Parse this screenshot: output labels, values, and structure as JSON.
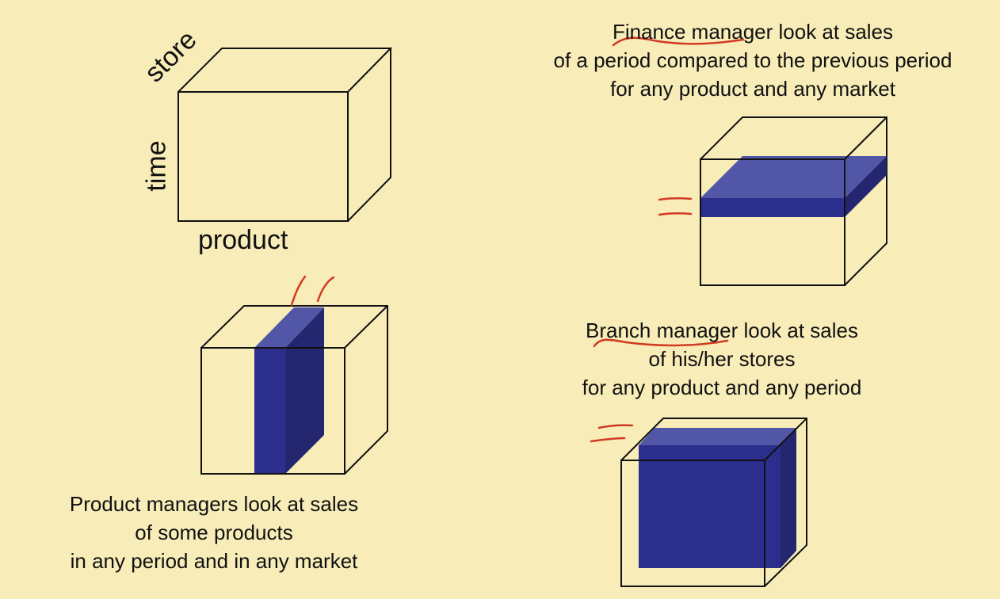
{
  "axes": {
    "store": "store",
    "time": "time",
    "product": "product"
  },
  "finance": {
    "lines": [
      "Finance manager look at sales",
      "of a period compared to the previous period",
      "for any product and any market"
    ]
  },
  "product_managers": {
    "lines": [
      "Product managers look at sales",
      "of some products",
      "in any period and in any market"
    ]
  },
  "branch": {
    "lines": [
      "Branch manager look at sales",
      "of his/her stores",
      "for any product and any period"
    ]
  },
  "colors": {
    "background": "#F8ECB8",
    "slice_front": "#2B2E8C",
    "slice_top": "#5156A6",
    "slice_side": "#24266F",
    "annotation_red": "#D23A22"
  }
}
